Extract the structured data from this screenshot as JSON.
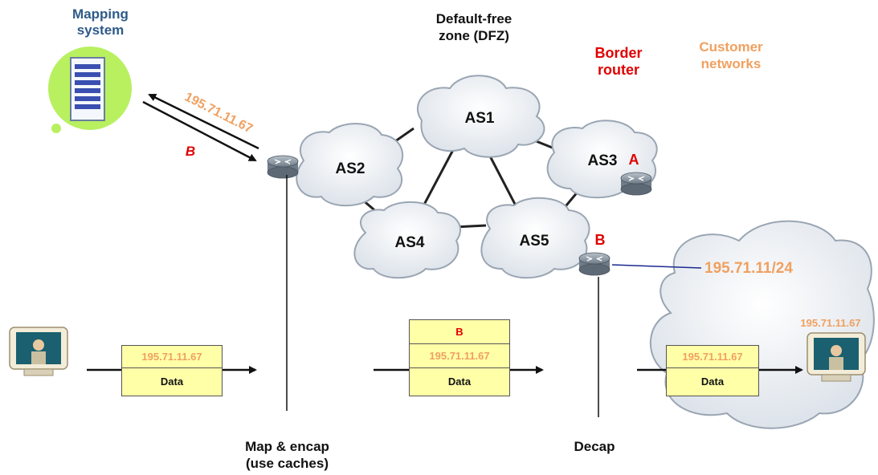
{
  "colors": {
    "cloud_fill": "#eef2f7",
    "cloud_stroke": "#9aa5b3",
    "router_fill": "#8d9aa6",
    "packet_fill": "#ffffa8",
    "orange": "#f0a060",
    "red": "#e00000",
    "blue_title": "#2e5a8a",
    "link_blue": "#1a2a90"
  },
  "labels": {
    "mapping_system": "Mapping system",
    "dfz_line1": "Default-free",
    "dfz_line2": "zone (DFZ)",
    "border_router_line1": "Border",
    "border_router_line2": "router",
    "customer_line1": "Customer",
    "customer_line2": "networks",
    "map_encap_line1": "Map & encap",
    "map_encap_line2": "(use caches)",
    "decap": "Decap",
    "mapping_request": "195.71.11.67",
    "mapping_reply": "B",
    "router_a": "A",
    "router_b": "B",
    "prefix": "195.71.11/24",
    "dest_host_addr": "195.71.11.67"
  },
  "as_clouds": [
    "AS1",
    "AS2",
    "AS3",
    "AS4",
    "AS5"
  ],
  "packets": [
    {
      "rows": [
        "195.71.11.67",
        "Data"
      ]
    },
    {
      "rows": [
        "B",
        "195.71.11.67",
        "Data"
      ]
    },
    {
      "rows": [
        "195.71.11.67",
        "Data"
      ]
    }
  ],
  "icons": {
    "server": "server-icon",
    "router": "router-icon",
    "host": "computer-user-icon"
  }
}
